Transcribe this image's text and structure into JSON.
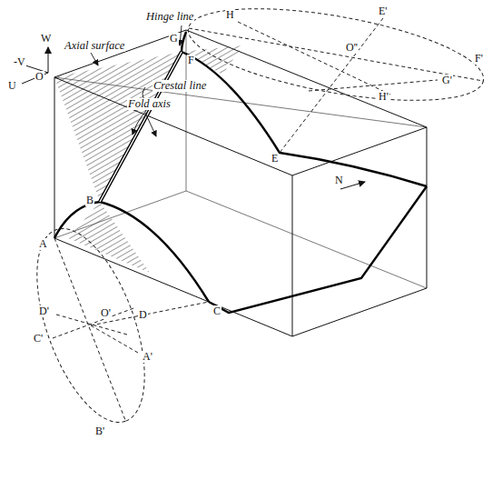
{
  "diagram": {
    "labels": [
      "H",
      "E'",
      "F'",
      "Hinge line",
      "G",
      "O''",
      "Axial surface",
      "G'",
      "H'",
      "-V",
      "W",
      "U",
      "O",
      "F",
      "E",
      "Crestal line",
      "Fold axis",
      "N",
      "B",
      "A",
      "D'",
      "O'",
      "D",
      "C'",
      "C",
      "A'",
      "B'"
    ]
  }
}
